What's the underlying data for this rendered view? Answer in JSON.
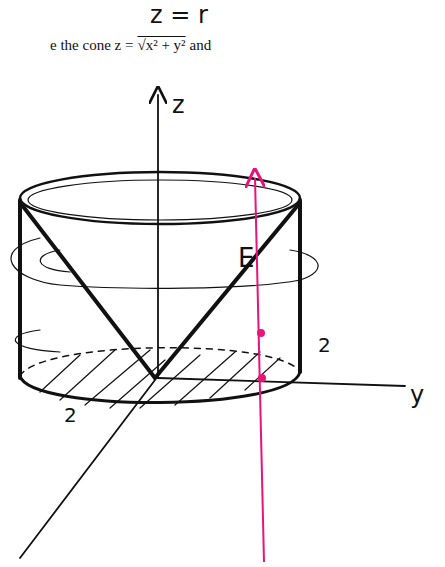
{
  "diagram": {
    "labels": [
      "z = r",
      "e the cone z =",
      "√x² + y²",
      "and",
      "z",
      "E",
      "2",
      "y",
      "2"
    ]
  }
}
